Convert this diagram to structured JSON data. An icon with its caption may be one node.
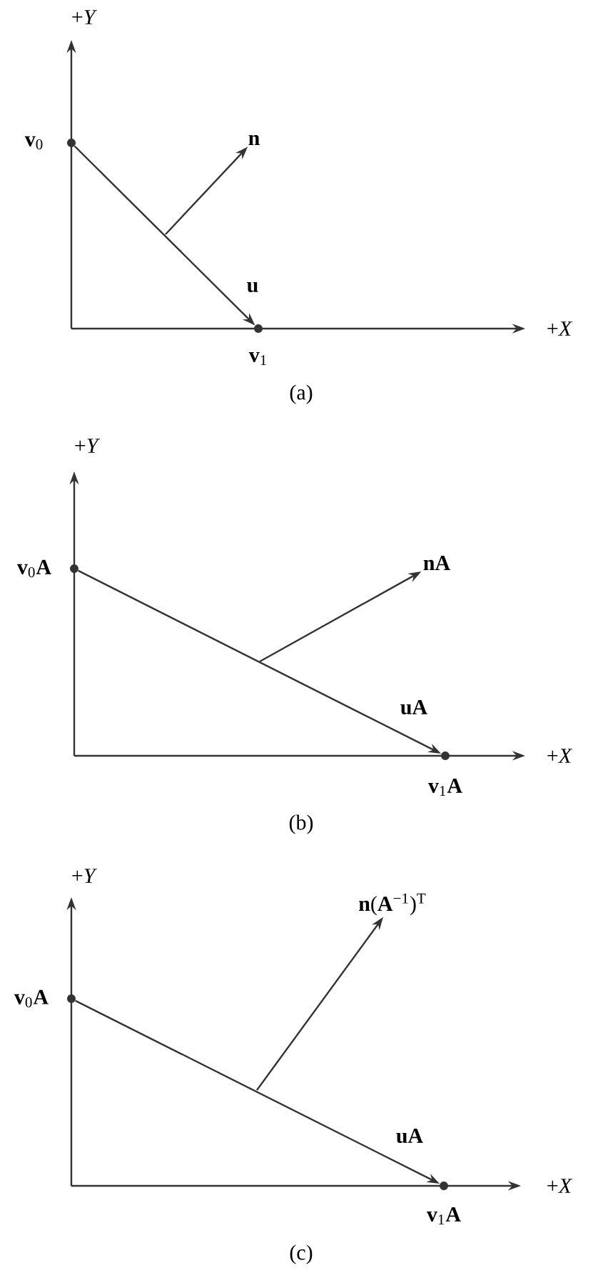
{
  "diagram": {
    "nodes": [
      {
        "text": [],
        "shape": "circle",
        "beside": [
          "**v**$_{0}$"
        ]
      },
      {
        "text": [],
        "shape": "circle",
        "beside": [
          "**v**$_{1}$"
        ]
      },
      {
        "text": [
          "**n**"
        ]
      },
      {
        "text": [],
        "shape": "circle",
        "beside": [
          "**v**$_{0}$**A**"
        ]
      },
      {
        "text": [],
        "shape": "circle",
        "beside": [
          "**v**$_{1}$**A**"
        ]
      },
      {
        "text": [
          "**nA**"
        ]
      },
      {
        "text": [],
        "shape": "circle",
        "beside": [
          "**v**$_{0}$**A**"
        ]
      },
      {
        "text": [],
        "shape": "circle",
        "beside": [
          "**v**$_{1}$**A**"
        ]
      },
      {
        "text": [
          "**n**(**A**$^{−1}$)$^{T}$"
        ]
      }
    ],
    "edges": [
      {
        "from": 0,
        "to": 1,
        "arrow": "to",
        "label": "**u**"
      },
      {
        "from": null,
        "to": 2,
        "arrow": "to"
      },
      {
        "from": 3,
        "to": 4,
        "arrow": "to",
        "label": "**uA**"
      },
      {
        "from": null,
        "to": 5,
        "arrow": "to"
      },
      {
        "from": 6,
        "to": 7,
        "arrow": "to",
        "label": "**uA**"
      },
      {
        "from": null,
        "to": 8,
        "arrow": "to"
      }
    ],
    "labels": [
      "+*Y*",
      "+*X*",
      "(a)",
      "+*Y*",
      "+*X*",
      "(b)",
      "+*Y*",
      "+*X*",
      "(c)"
    ]
  }
}
